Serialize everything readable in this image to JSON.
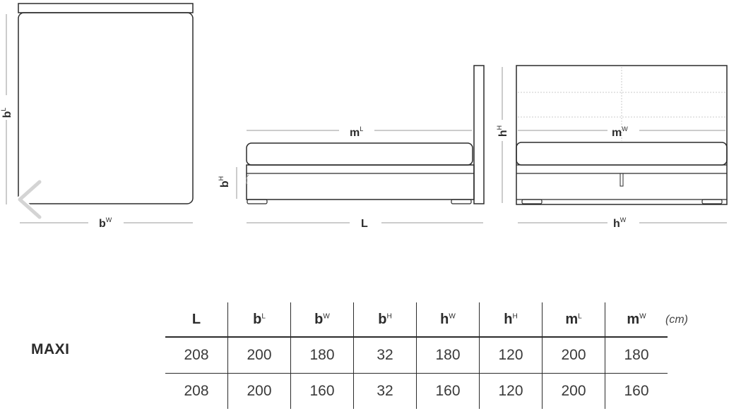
{
  "diagram": {
    "top_view": {
      "depth_label": "b",
      "depth_sup": "L",
      "width_label": "b",
      "width_sup": "W"
    },
    "side_view": {
      "mattress_label": "m",
      "mattress_sup": "L",
      "base_height_label": "b",
      "base_height_sup": "H",
      "length_label": "L"
    },
    "front_view": {
      "mattress_label": "m",
      "mattress_sup": "W",
      "height_label": "h",
      "height_sup": "H",
      "width_label": "h",
      "width_sup": "W"
    }
  },
  "nav": {
    "prev_icon": "chevron-left-icon"
  },
  "product": {
    "name": "MAXI"
  },
  "table": {
    "headers": [
      {
        "base": "L",
        "sup": ""
      },
      {
        "base": "b",
        "sup": "L"
      },
      {
        "base": "b",
        "sup": "W"
      },
      {
        "base": "b",
        "sup": "H"
      },
      {
        "base": "h",
        "sup": "W"
      },
      {
        "base": "h",
        "sup": "H"
      },
      {
        "base": "m",
        "sup": "L"
      },
      {
        "base": "m",
        "sup": "W"
      }
    ],
    "rows": [
      [
        "208",
        "200",
        "180",
        "32",
        "180",
        "120",
        "200",
        "180"
      ],
      [
        "208",
        "200",
        "160",
        "32",
        "160",
        "120",
        "200",
        "160"
      ]
    ],
    "unit": "(cm)"
  }
}
